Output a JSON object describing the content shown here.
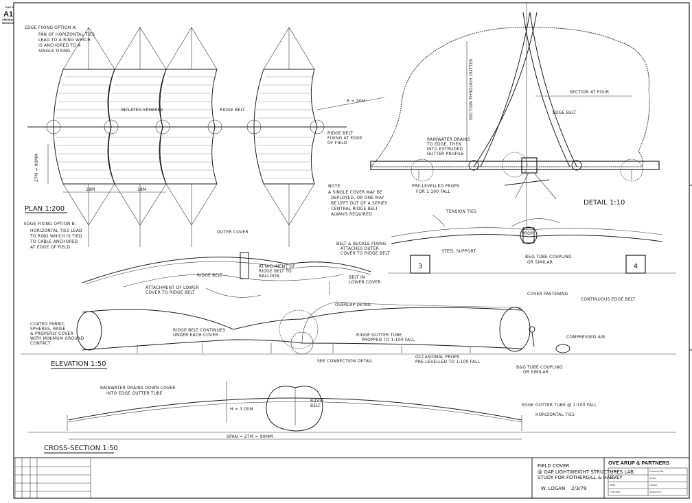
{
  "stamp": {
    "sheet_code": "DAF 6",
    "size": "A1",
    "line1": "ORIGINAL",
    "line2": "NEGATIVE"
  },
  "plan": {
    "title": "PLAN 1:200",
    "option_a_title": "EDGE FIXING OPTION A:",
    "option_a_note": [
      "FAN OF HORIZONTAL TIES",
      "LEAD TO A RING WHICH",
      "IS ANCHORED TO A",
      "SINGLE FIXING"
    ],
    "option_b_title": "EDGE FIXING OPTION B:",
    "option_b_note": [
      "HORIZONTAL TIES LEAD",
      "TO RING WHICH IS TIED",
      "TO CABLE ANCHORED",
      "AT EDGE OF FIELD"
    ],
    "inflated_spheres": "INFLATED SPHERES",
    "ridge_belt": "RIDGE BELT",
    "ridge_belt_fixing": [
      "RIDGE BELT",
      "FIXING AT EDGE",
      "OF FIELD"
    ],
    "radius": "R ≈ 30m",
    "width_dim": "27m = 90mm",
    "bay_dim": "18m",
    "note_title": "NOTE:",
    "note_lines": [
      "A SINGLE COVER MAY BE",
      "DEPLOYED, OR ONE MAY",
      "BE LEFT OUT OF A SERIES",
      "- CENTRAL RIDGE BELT",
      "ALWAYS REQUIRED"
    ]
  },
  "detail": {
    "title": "DETAIL 1:10",
    "section_through_gutter": "SECTION THROUGH GUTTER",
    "section_at_four": "SECTION AT FOUR",
    "edge_belt": "EDGE BELT",
    "rainwater_drains": [
      "RAINWATER DRAINS",
      "TO EDGE, THEN",
      "INTO EXTRUDED",
      "GUTTER PROFILE"
    ],
    "pre_levelled_props": [
      "PRE-LEVELLED PROPS",
      "FOR 1:100 FALL"
    ],
    "tension_ties": "TENSION TIES",
    "prop": "PROP",
    "steel_support": "STEEL SUPPORT",
    "bag_tube": [
      "B&G TUBE COUPLING",
      "OR SIMILAR"
    ],
    "post_a": "3",
    "post_b": "4"
  },
  "overlap": {
    "outer_cover": "OUTER COVER",
    "ridge_belt": "RIDGE BELT",
    "attachment_outer": [
      "ATTACHMENT OF",
      "RIDGE BELT TO",
      "BALLOON"
    ],
    "attachment_lower": [
      "ATTACHMENT OF LOWER",
      "COVER TO RIDGE BELT"
    ],
    "belt_buckle": [
      "BELT & BUCKLE FIXING",
      "ATTACHES OUTER",
      "COVER TO RIDGE BELT"
    ],
    "belt_lower": [
      "BELT IN",
      "LOWER COVER"
    ],
    "title": "OVERLAP DETAIL"
  },
  "elevation": {
    "title": "ELEVATION 1:50",
    "coated_fabric": [
      "COATED FABRIC",
      "SPHERES, RAISE",
      "& PROPERLY COVER",
      "WITH MINIMUM GROUND",
      "CONTACT"
    ],
    "ridge_belt_continues": [
      "RIDGE BELT CONTINUES",
      "UNDER EACH COVER"
    ],
    "ridge_gutter_tube": [
      "RIDGE GUTTER TUBE",
      "PROPPED TO 1:100 FALL"
    ],
    "see_connection": "SEE CONNECTION DETAIL",
    "cover_fastening": "COVER FASTENING",
    "continuous_edge_belt": "CONTINUOUS EDGE BELT",
    "compressed_air": "COMPRESSED AIR",
    "occasional_props": [
      "OCCASIONAL PROPS",
      "PRE-LEVELLED TO 1:100 FALL"
    ],
    "bag_tube": [
      "B&G TUBE COUPLING",
      "OR SIMILAR"
    ]
  },
  "cross_section": {
    "title": "CROSS-SECTION 1:50",
    "rainwater": [
      "RAINWATER DRAINS DOWN COVER",
      "INTO EDGE GUTTER TUBE"
    ],
    "height": "H = 3.00m",
    "ridge_belt": [
      "RIDGE",
      "BELT"
    ],
    "edge_gutter": "EDGE GUTTER TUBE @ 1:100 FALL",
    "horizontal_ties": "HORIZONTAL TIES",
    "span": "SPAN = 27m = 90mm"
  },
  "title_block": {
    "project_lines": [
      "FIELD COVER",
      "@ OAP LIGHTWEIGHT STRUCTURES LAB",
      "STUDY FOR FOTHERGILL & HARVEY"
    ],
    "drawn_by": "W. LOGAN",
    "date": "2/3/79",
    "firm": "OVE ARUP & PARTNERS",
    "small_labels": [
      "Job No.",
      "Drawing No.",
      "Rev",
      "Scale",
      "Date",
      "Drawn",
      "Checked",
      "Approved"
    ]
  }
}
